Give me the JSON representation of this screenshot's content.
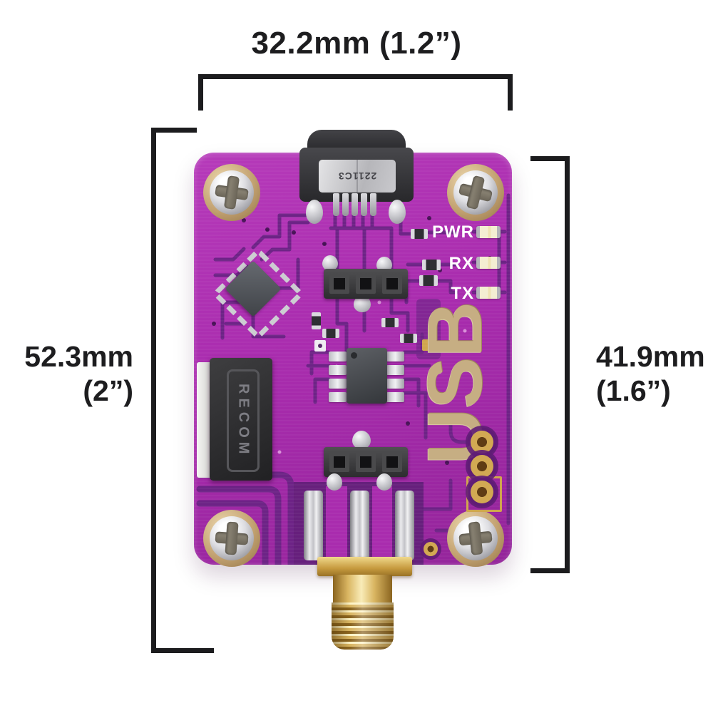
{
  "annotations": {
    "top_width": "32.2mm (1.2”)",
    "left_height_line1": "52.3mm",
    "left_height_line2": "(2”)",
    "right_height_line1": "41.9mm",
    "right_height_line2": "(1.6”)"
  },
  "pcb": {
    "silkscreen": {
      "pwr": "PWR",
      "rx": "RX",
      "tx": "TX"
    },
    "copper_text": "USB",
    "usb_connector_marking": "2211C3",
    "power_module_marking": "RECOM"
  },
  "colors": {
    "dimension_lines": "#1c1c1e",
    "board_magenta": "#a92cae",
    "trace_purple": "#6d2386",
    "gold_pad": "#cfa64e",
    "copper_text_gold": "#c6ae83",
    "silkscreen_white": "#ffffff",
    "sma_gold": "#d9b561",
    "connector_black": "#2b2b2e",
    "solder_silver": "#d9d9dd"
  }
}
